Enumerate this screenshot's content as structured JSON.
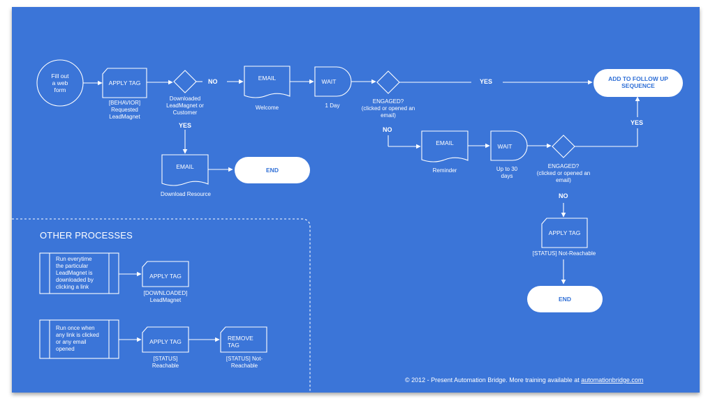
{
  "colors": {
    "background": "#3a74d8",
    "line": "#ffffff",
    "pill_text": "#2f6fd6"
  },
  "main_flow": {
    "start": "Fill out\na web\nform",
    "apply_tag_1": {
      "label": "APPLY TAG",
      "caption": "[BEHAVIOR]\nRequested\nLeadMagnet"
    },
    "decision_1": {
      "caption": "Downloaded\nLeadMagnet or\nCustomer"
    },
    "no_1": "NO",
    "yes_1": "YES",
    "email_welcome": {
      "label": "EMAIL",
      "caption": "Welcome"
    },
    "wait_1": {
      "label": "WAIT",
      "caption": "1 Day"
    },
    "decision_2": {
      "caption": "ENGAGED?\n(clicked or opened an\nemail)"
    },
    "yes_2": "YES",
    "no_2": "NO",
    "follow_up": "ADD TO FOLLOW UP\nSEQUENCE",
    "email_download": {
      "label": "EMAIL",
      "caption": "Download Resource"
    },
    "end_1": "END",
    "email_reminder": {
      "label": "EMAIL",
      "caption": "Reminder"
    },
    "wait_2": {
      "label": "WAIT",
      "caption": "Up to 30\ndays"
    },
    "decision_3": {
      "caption": "ENGAGED?\n(clicked or opened an\nemail)"
    },
    "yes_3": "YES",
    "no_3": "NO",
    "apply_tag_2": {
      "label": "APPLY TAG",
      "caption": "[STATUS] Not-Reachable"
    },
    "end_2": "END"
  },
  "other_processes": {
    "title": "OTHER PROCESSES",
    "process_1": {
      "trigger": "Run everytime\nthe particular\nLeadMagnet is\ndownloaded by\nclicking a link",
      "action": {
        "label": "APPLY TAG",
        "caption": "[DOWNLOADED]\nLeadMagnet"
      }
    },
    "process_2": {
      "trigger": "Run once when\nany link is clicked\nor any email\nopened",
      "action_1": {
        "label": "APPLY TAG",
        "caption": "[STATUS]\nReachable"
      },
      "action_2": {
        "label": "REMOVE\nTAG",
        "caption": "[STATUS] Not-\nReachable"
      }
    }
  },
  "footer": {
    "text": "© 2012 - Present  Automation Bridge. More training available at ",
    "link": "automationbridge.com"
  }
}
